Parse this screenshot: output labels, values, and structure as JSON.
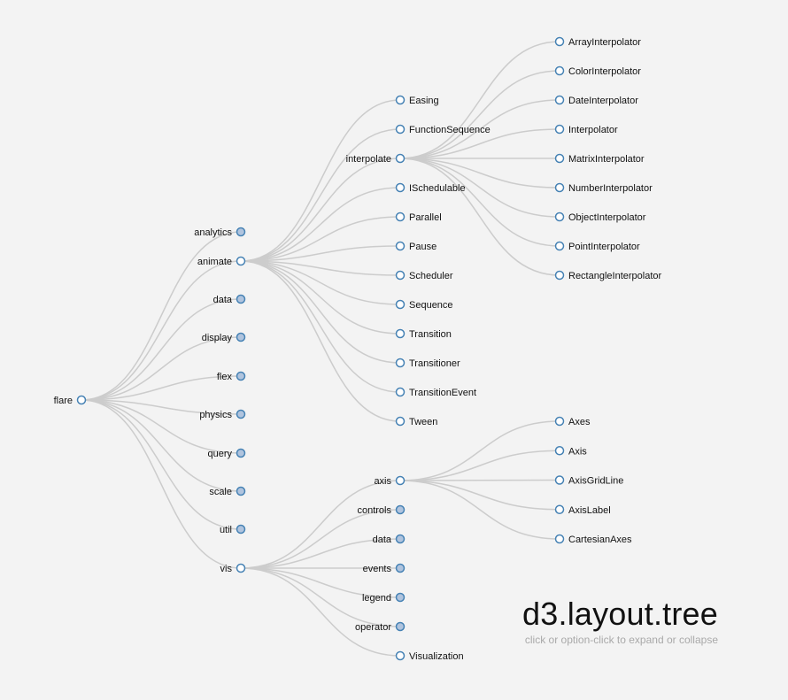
{
  "colors": {
    "collapsed_fill": "#b0c4de",
    "expanded_fill": "#ffffff",
    "stroke": "#4682b4",
    "link": "#cccccc"
  },
  "caption": {
    "title": "d3.layout.tree",
    "hint": "click or option-click to expand or collapse"
  },
  "tree": {
    "name": "flare",
    "collapsed": false,
    "children": [
      {
        "name": "analytics",
        "collapsed": true
      },
      {
        "name": "animate",
        "collapsed": false,
        "children": [
          {
            "name": "Easing"
          },
          {
            "name": "FunctionSequence"
          },
          {
            "name": "interpolate",
            "collapsed": false,
            "children": [
              {
                "name": "ArrayInterpolator"
              },
              {
                "name": "ColorInterpolator"
              },
              {
                "name": "DateInterpolator"
              },
              {
                "name": "Interpolator"
              },
              {
                "name": "MatrixInterpolator"
              },
              {
                "name": "NumberInterpolator"
              },
              {
                "name": "ObjectInterpolator"
              },
              {
                "name": "PointInterpolator"
              },
              {
                "name": "RectangleInterpolator"
              }
            ]
          },
          {
            "name": "ISchedulable"
          },
          {
            "name": "Parallel"
          },
          {
            "name": "Pause"
          },
          {
            "name": "Scheduler"
          },
          {
            "name": "Sequence"
          },
          {
            "name": "Transition"
          },
          {
            "name": "Transitioner"
          },
          {
            "name": "TransitionEvent"
          },
          {
            "name": "Tween"
          }
        ]
      },
      {
        "name": "data",
        "collapsed": true
      },
      {
        "name": "display",
        "collapsed": true
      },
      {
        "name": "flex",
        "collapsed": true
      },
      {
        "name": "physics",
        "collapsed": true
      },
      {
        "name": "query",
        "collapsed": true
      },
      {
        "name": "scale",
        "collapsed": true
      },
      {
        "name": "util",
        "collapsed": true
      },
      {
        "name": "vis",
        "collapsed": false,
        "children": [
          {
            "name": "axis",
            "collapsed": false,
            "children": [
              {
                "name": "Axes"
              },
              {
                "name": "Axis"
              },
              {
                "name": "AxisGridLine"
              },
              {
                "name": "AxisLabel"
              },
              {
                "name": "CartesianAxes"
              }
            ]
          },
          {
            "name": "controls",
            "collapsed": true
          },
          {
            "name": "data",
            "collapsed": true
          },
          {
            "name": "events",
            "collapsed": true
          },
          {
            "name": "legend",
            "collapsed": true
          },
          {
            "name": "operator",
            "collapsed": true
          },
          {
            "name": "Visualization"
          }
        ]
      }
    ]
  }
}
